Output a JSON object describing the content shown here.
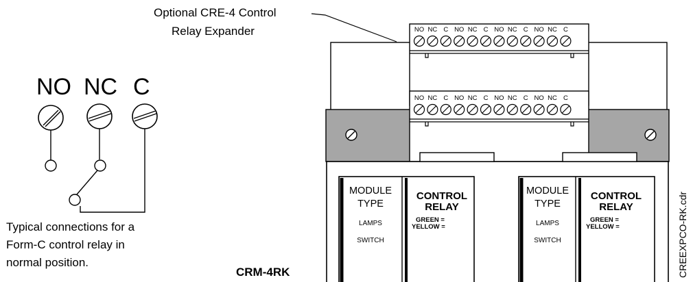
{
  "callout": {
    "line1": "Optional CRE-4 Control",
    "line2": "Relay Expander"
  },
  "form_c": {
    "label_no": "NO",
    "label_nc": "NC",
    "label_c": "C",
    "caption_line1": "Typical connections for a",
    "caption_line2": "Form-C control relay in",
    "caption_line3": "normal position."
  },
  "terminal_labels": [
    "NO",
    "NC",
    "C",
    "NO",
    "NC",
    "C",
    "NO",
    "NC",
    "C",
    "NO",
    "NC",
    "C"
  ],
  "model_label": "CRM-4RK",
  "file_label": "CREEXPCO-RK.cdr",
  "panels": [
    {
      "module": {
        "line1": "MODULE",
        "line2": "TYPE",
        "lamps": "LAMPS",
        "switch": "SWITCH"
      },
      "relay": {
        "line1": "CONTROL",
        "line2": "RELAY",
        "green": "GREEN =",
        "yellow": "YELLOW ="
      }
    },
    {
      "module": {
        "line1": "MODULE",
        "line2": "TYPE",
        "lamps": "LAMPS",
        "switch": "SWITCH"
      },
      "relay": {
        "line1": "CONTROL",
        "line2": "RELAY",
        "green": "GREEN =",
        "yellow": "YELLOW ="
      }
    }
  ],
  "colors": {
    "mounting_plate": "#a6a6a6",
    "line": "#000000",
    "background": "#ffffff"
  }
}
